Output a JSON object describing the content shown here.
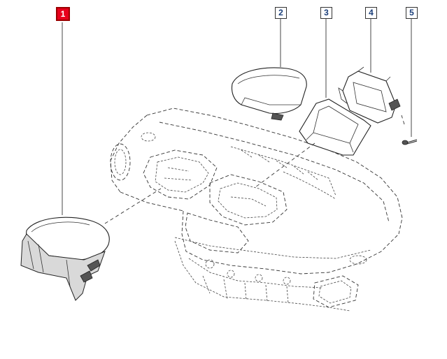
{
  "diagram": {
    "callouts": [
      {
        "id": "1",
        "label": "1",
        "active": true
      },
      {
        "id": "2",
        "label": "2",
        "active": false
      },
      {
        "id": "3",
        "label": "3",
        "active": false
      },
      {
        "id": "4",
        "label": "4",
        "active": false
      },
      {
        "id": "5",
        "label": "5",
        "active": false
      }
    ],
    "colors": {
      "active_callout_fill": "#e8001c",
      "callout_text": "#1b3f7a",
      "line": "#333333"
    }
  }
}
